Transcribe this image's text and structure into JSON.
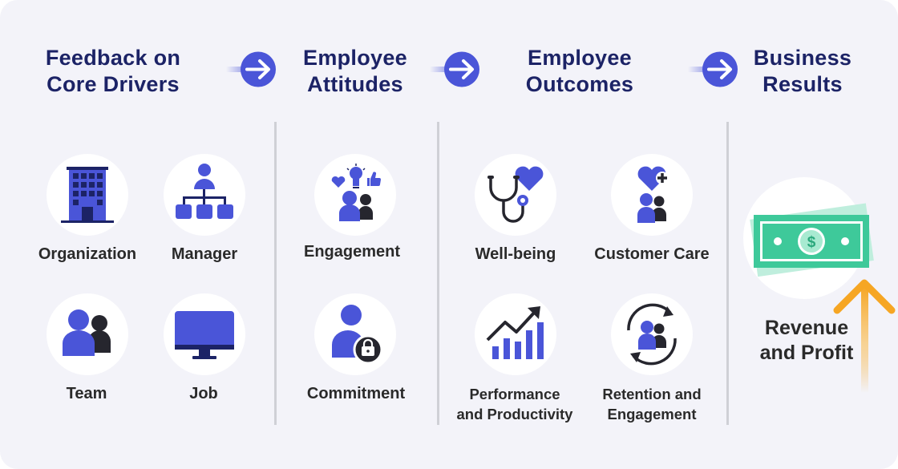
{
  "headers": [
    {
      "line1": "Feedback on",
      "line2": "Core Drivers"
    },
    {
      "line1": "Employee",
      "line2": "Attitudes"
    },
    {
      "line1": "Employee",
      "line2": "Outcomes"
    },
    {
      "line1": "Business",
      "line2": "Results"
    }
  ],
  "core_drivers": {
    "organization": "Organization",
    "manager": "Manager",
    "team": "Team",
    "job": "Job"
  },
  "attitudes": {
    "engagement": "Engagement",
    "commitment": "Commitment"
  },
  "outcomes": {
    "wellbeing": "Well-being",
    "customer_care": "Customer Care",
    "performance_line1": "Performance",
    "performance_line2": "and Productivity",
    "retention_line1": "Retention and",
    "retention_line2": "Engagement"
  },
  "results": {
    "revenue_line1": "Revenue",
    "revenue_line2": "and Profit",
    "currency_symbol": "$"
  },
  "colors": {
    "navy": "#1c2366",
    "blue": "#4a55d8",
    "green": "#3ec99a",
    "orange": "#f6a623",
    "background": "#f3f3f9"
  },
  "icons": [
    "arrow-right-icon",
    "building-icon",
    "org-chart-icon",
    "team-icon",
    "monitor-icon",
    "engagement-icon",
    "lock-person-icon",
    "stethoscope-heart-icon",
    "heart-people-icon",
    "growth-chart-icon",
    "retention-cycle-icon",
    "money-bill-icon",
    "up-arrow-icon"
  ]
}
